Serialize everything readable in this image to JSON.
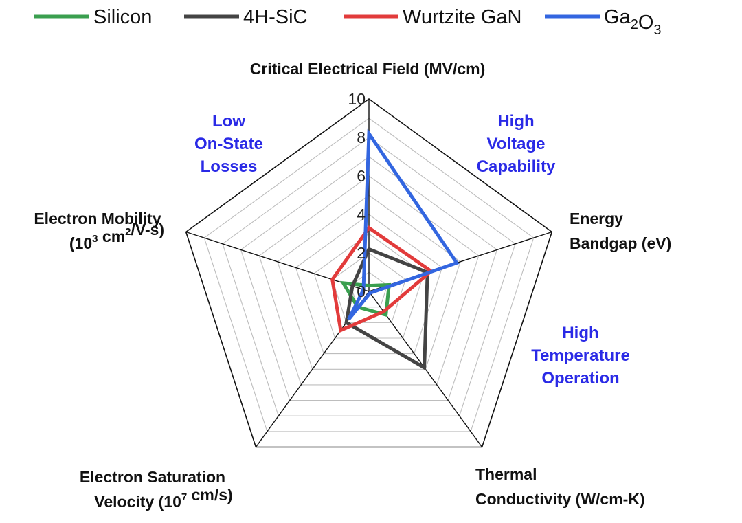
{
  "chart_data": {
    "type": "radar",
    "axes": [
      {
        "label_lines": [
          [
            "Critical Electrical Field (MV/cm)"
          ]
        ]
      },
      {
        "label_lines": [
          [
            "Energy"
          ],
          [
            "Bandgap (eV)"
          ]
        ]
      },
      {
        "label_lines": [
          [
            "Thermal"
          ],
          [
            "Conductivity (W/cm-K)"
          ]
        ]
      },
      {
        "label_lines": [
          [
            "Electron Saturation"
          ],
          [
            "Velocity (10",
            {
              "sup": "7"
            },
            " cm/s)"
          ]
        ]
      },
      {
        "label_lines": [
          [
            "Electron Mobility"
          ],
          [
            "(10",
            {
              "sup": "3"
            },
            " cm",
            {
              "sup": "2"
            },
            "/V-s)"
          ]
        ]
      }
    ],
    "rlim": [
      0,
      10
    ],
    "ticks": [
      "0",
      "2",
      "4",
      "6",
      "8",
      "10"
    ],
    "grid": true,
    "legend_position": "top",
    "series": [
      {
        "name": "Silicon",
        "name_parts": [
          "Silicon"
        ],
        "color": "#3a9f4f",
        "values": [
          0.3,
          1.1,
          1.5,
          1.0,
          1.4
        ]
      },
      {
        "name": "4H-SiC",
        "name_parts": [
          "4H-SiC"
        ],
        "color": "#444444",
        "values": [
          2.2,
          3.2,
          4.9,
          2.0,
          0.9
        ]
      },
      {
        "name": "Wurtzite GaN",
        "name_parts": [
          "Wurtzite GaN"
        ],
        "color": "#e23b3b",
        "values": [
          3.3,
          3.4,
          1.3,
          2.5,
          2.0
        ]
      },
      {
        "name": "Ga2O3",
        "name_parts": [
          "Ga",
          {
            "sub": "2"
          },
          "O",
          {
            "sub": "3"
          }
        ],
        "color": "#3366e0",
        "values": [
          8.2,
          4.8,
          0.1,
          1.8,
          0.3
        ]
      }
    ],
    "annotations": [
      {
        "lines": [
          "Low",
          "On-State",
          "Losses"
        ],
        "color": "#2a2ae6"
      },
      {
        "lines": [
          "High",
          "Voltage",
          "Capability"
        ],
        "color": "#2a2ae6"
      },
      {
        "lines": [
          "High",
          "Temperature",
          "Operation"
        ],
        "color": "#2a2ae6"
      }
    ]
  }
}
